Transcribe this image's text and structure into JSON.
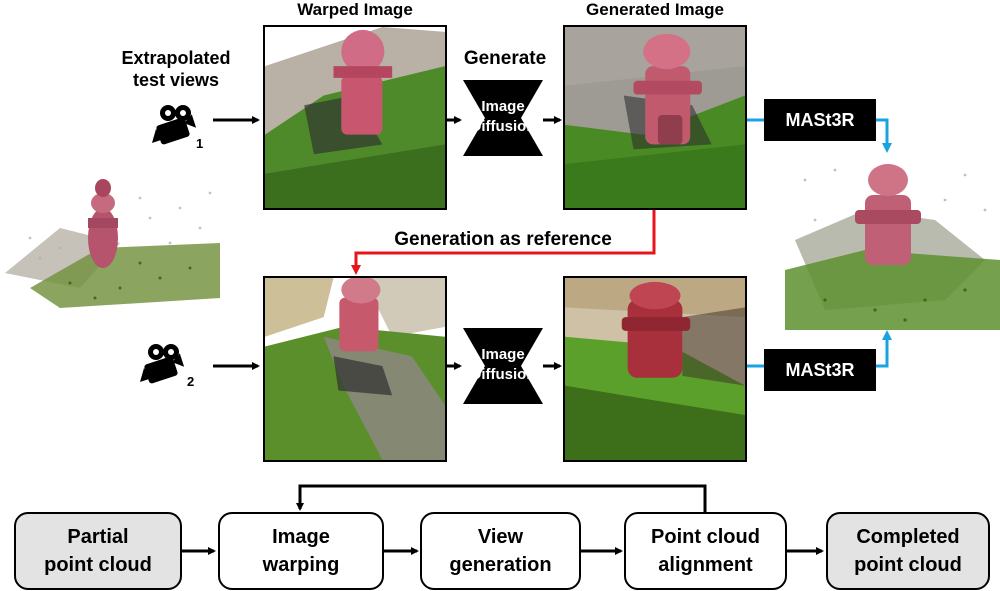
{
  "headers": {
    "warped": "Warped Image",
    "generated": "Generated Image"
  },
  "labels": {
    "test_views": "Extrapolated\ntest views",
    "generate": "Generate",
    "gen_reference": "Generation as reference",
    "diffusion_top": "Image\nDiffusion",
    "diffusion_bottom": "Image\nDiffusion",
    "mast3r_top": "MASt3R",
    "mast3r_bottom": "MASt3R",
    "cam1_index": "1",
    "cam2_index": "2"
  },
  "pipeline": {
    "steps": [
      {
        "label": "Partial\npoint cloud",
        "style": "grey"
      },
      {
        "label": "Image\nwarping",
        "style": "white"
      },
      {
        "label": "View\ngeneration",
        "style": "white"
      },
      {
        "label": "Point cloud\nalignment",
        "style": "white"
      },
      {
        "label": "Completed\npoint cloud",
        "style": "grey"
      }
    ]
  },
  "colors": {
    "reference_arrow": "#e8141b",
    "mast3r_arrow": "#1aa3df",
    "grass": "#4f8a2a",
    "hydrant": "#c23a55"
  },
  "icons": [
    "video-camera-icon",
    "video-camera-icon"
  ]
}
